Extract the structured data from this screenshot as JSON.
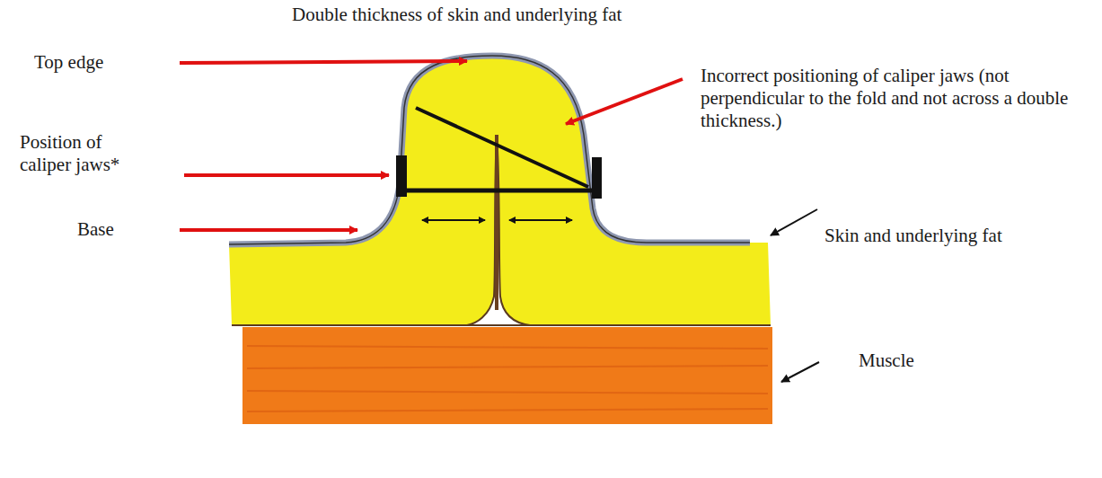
{
  "diagram": {
    "labels": [
      "Double thickness of skin and underlying fat",
      "Top edge",
      "Position of caliper jaws*",
      "Base",
      "Incorrect positioning of caliper jaws (not perpendicular to the fold and not across a double thickness.)",
      "Skin and underlying fat",
      "Muscle"
    ]
  }
}
